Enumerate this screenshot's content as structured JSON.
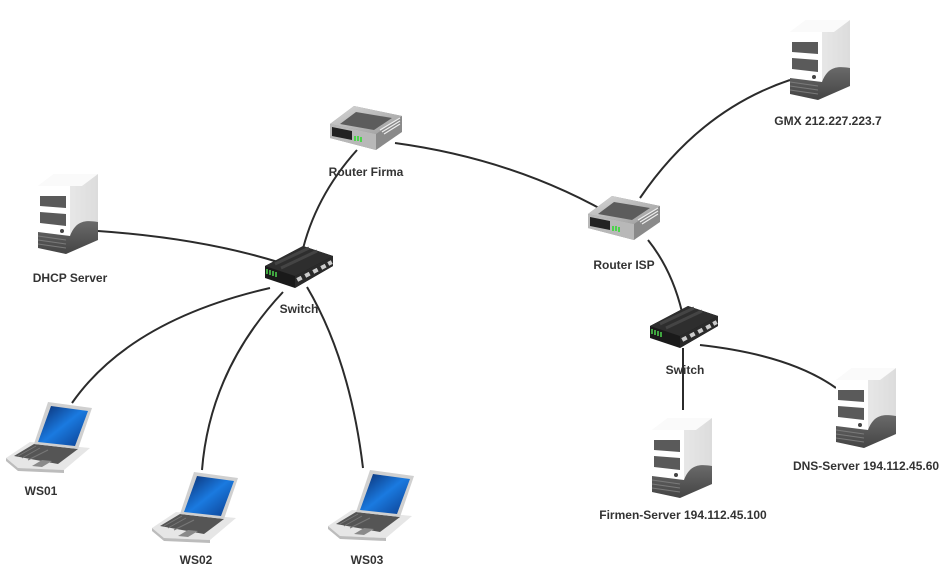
{
  "diagram": {
    "type": "network-topology",
    "nodes": [
      {
        "id": "router_firma",
        "type": "router",
        "label": "Router Firma"
      },
      {
        "id": "switch_left",
        "type": "switch",
        "label": "Switch"
      },
      {
        "id": "dhcp",
        "type": "server",
        "label": "DHCP Server"
      },
      {
        "id": "ws01",
        "type": "laptop",
        "label": "WS01"
      },
      {
        "id": "ws02",
        "type": "laptop",
        "label": "WS02"
      },
      {
        "id": "ws03",
        "type": "laptop",
        "label": "WS03"
      },
      {
        "id": "router_isp",
        "type": "router",
        "label": "Router ISP"
      },
      {
        "id": "gmx",
        "type": "server",
        "label": "GMX 212.227.223.7"
      },
      {
        "id": "switch_right",
        "type": "switch",
        "label": "Switch"
      },
      {
        "id": "firmen_server",
        "type": "server",
        "label": "Firmen-Server 194.112.45.100"
      },
      {
        "id": "dns_server",
        "type": "server",
        "label": "DNS-Server 194.112.45.60"
      }
    ],
    "edges": [
      {
        "from": "router_firma",
        "to": "switch_left"
      },
      {
        "from": "router_firma",
        "to": "router_isp"
      },
      {
        "from": "dhcp",
        "to": "switch_left"
      },
      {
        "from": "switch_left",
        "to": "ws01"
      },
      {
        "from": "switch_left",
        "to": "ws02"
      },
      {
        "from": "switch_left",
        "to": "ws03"
      },
      {
        "from": "router_isp",
        "to": "gmx"
      },
      {
        "from": "router_isp",
        "to": "switch_right"
      },
      {
        "from": "switch_right",
        "to": "firmen_server"
      },
      {
        "from": "switch_right",
        "to": "dns_server"
      }
    ]
  },
  "colors": {
    "link": "#2b2b2b",
    "label": "#333333",
    "screen": "#1a6fd6",
    "led": "#4cd34c"
  }
}
